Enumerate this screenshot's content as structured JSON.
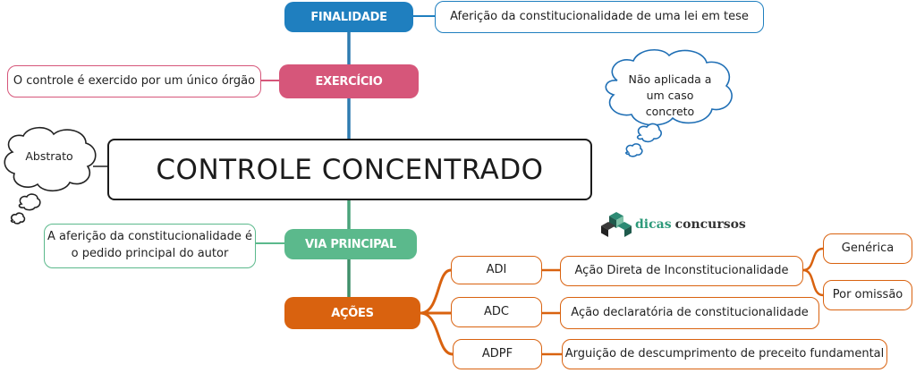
{
  "center": {
    "title": "CONTROLE CONCENTRADO"
  },
  "finalidade": {
    "label": "FINALIDADE",
    "text": "Aferição da constitucionalidade de uma lei em tese"
  },
  "cloud_nao_aplicada": {
    "line1": "Não aplicada a",
    "line2": "um caso concreto"
  },
  "exercicio": {
    "label": "EXERCÍCIO",
    "text": "O controle é exercido por um único órgão"
  },
  "abstrato": {
    "text": "Abstrato"
  },
  "via_principal": {
    "label": "VIA PRINCIPAL",
    "line1": "A aferição da constitucionalidade é",
    "line2": "o pedido principal do autor"
  },
  "acoes": {
    "label": "AÇÕES",
    "items": [
      {
        "sigla": "ADI",
        "nome": "Ação Direta de Inconstitucionalidade",
        "subtipos": [
          "Genérica",
          "Por omissão"
        ]
      },
      {
        "sigla": "ADC",
        "nome": "Ação declaratória de constitucionalidade"
      },
      {
        "sigla": "ADPF",
        "nome": "Arguição de descumprimento de preceito fundamental"
      }
    ]
  },
  "logo": {
    "part1": "dicas",
    "part2": "concursos"
  },
  "colors": {
    "finalidade": "#1f7fbf",
    "exercicio": "#d6567a",
    "via_principal": "#5bb98c",
    "acoes": "#d9620f",
    "trunk": "#2e7bb0",
    "center_border": "#1b1b1b",
    "cloud_blue": "#1f6fb5"
  }
}
